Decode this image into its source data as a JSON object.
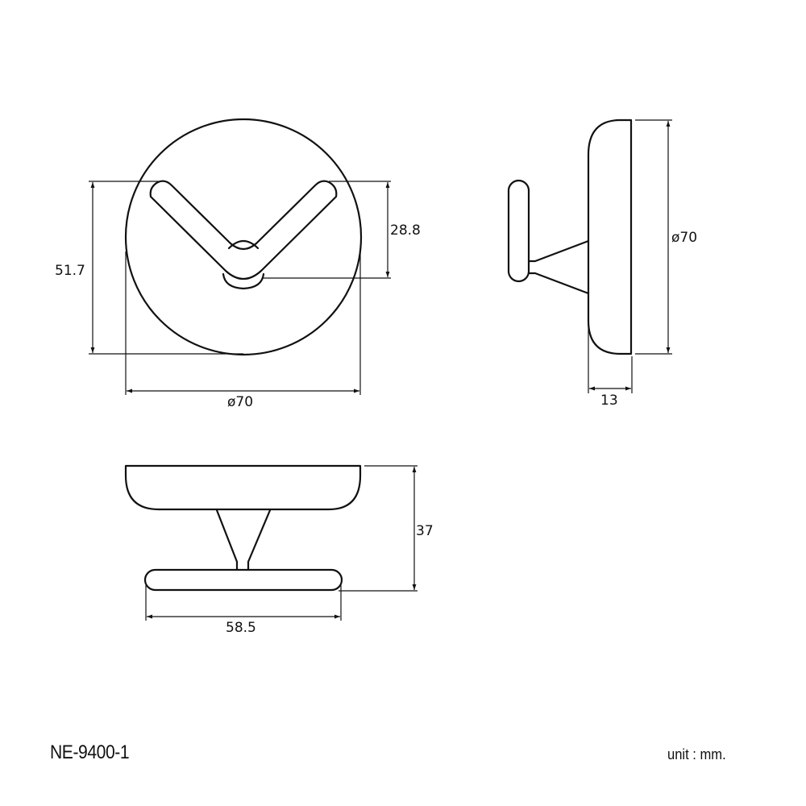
{
  "drawing": {
    "model_number": "NE-9400-1",
    "unit_note": "unit : mm.",
    "views": {
      "front": {
        "dimensions": {
          "diameter": "ø70",
          "hook_height": "51.7",
          "arm_height": "28.8"
        }
      },
      "side": {
        "dimensions": {
          "diameter": "ø70",
          "depth": "13"
        }
      },
      "top": {
        "dimensions": {
          "projection": "37",
          "hook_width": "58.5"
        }
      }
    }
  }
}
